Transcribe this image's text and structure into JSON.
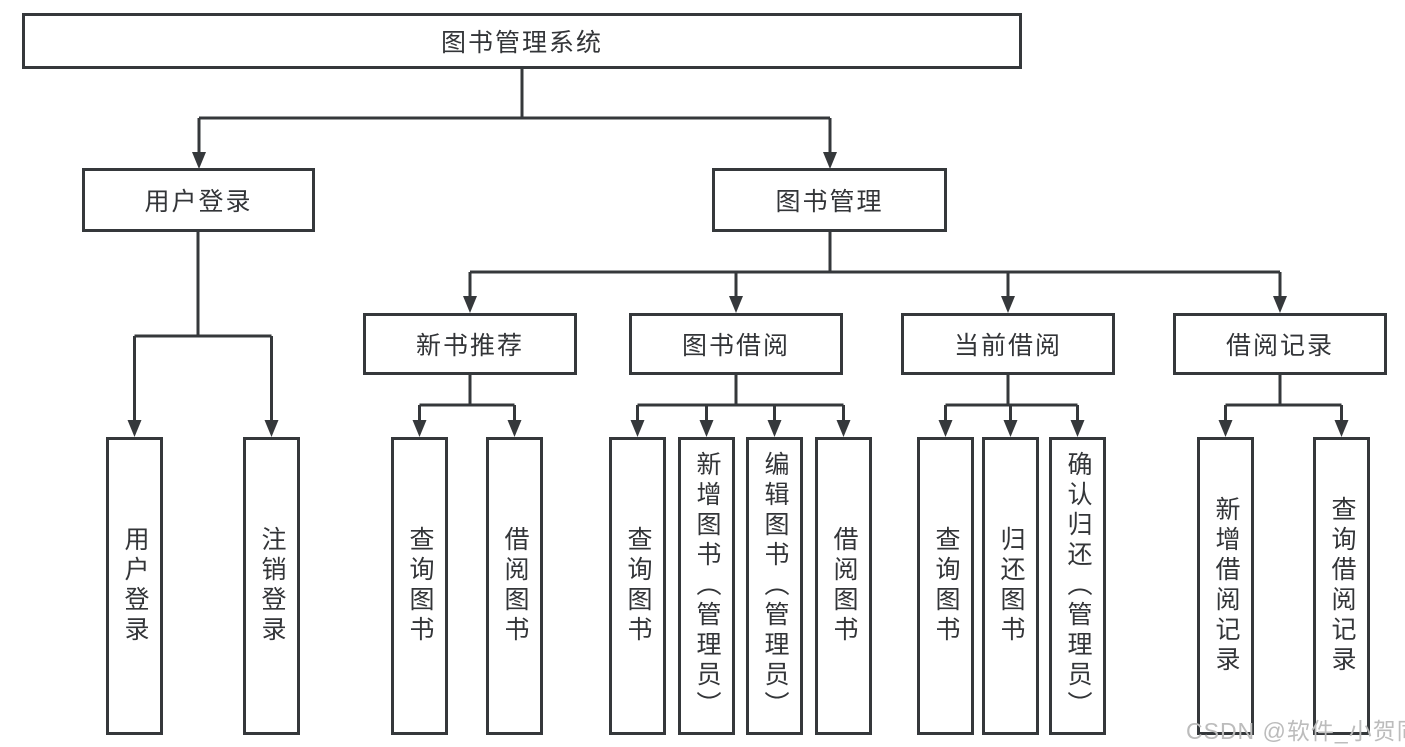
{
  "colors": {
    "line": "#35383b",
    "text": "#333538",
    "box_background": "#ffffff",
    "watermark": "#bcbcbc"
  },
  "watermark": {
    "text": "CSDN @软件_小贺同学"
  },
  "tree": {
    "root": {
      "label": "图书管理系统"
    },
    "branches": [
      {
        "label": "用户登录",
        "children": [
          {
            "label": "用户登录"
          },
          {
            "label": "注销登录"
          }
        ]
      },
      {
        "label": "图书管理",
        "children": [
          {
            "label": "新书推荐",
            "children": [
              {
                "label": "查询图书"
              },
              {
                "label": "借阅图书"
              }
            ]
          },
          {
            "label": "图书借阅",
            "children": [
              {
                "label": "查询图书"
              },
              {
                "label": "新增图书（管理员）"
              },
              {
                "label": "编辑图书（管理员）"
              },
              {
                "label": "借阅图书"
              }
            ]
          },
          {
            "label": "当前借阅",
            "children": [
              {
                "label": "查询图书"
              },
              {
                "label": "归还图书"
              },
              {
                "label": "确认归还（管理员）"
              }
            ]
          },
          {
            "label": "借阅记录",
            "children": [
              {
                "label": "新增借阅记录"
              },
              {
                "label": "查询借阅记录"
              }
            ]
          }
        ]
      }
    ]
  }
}
